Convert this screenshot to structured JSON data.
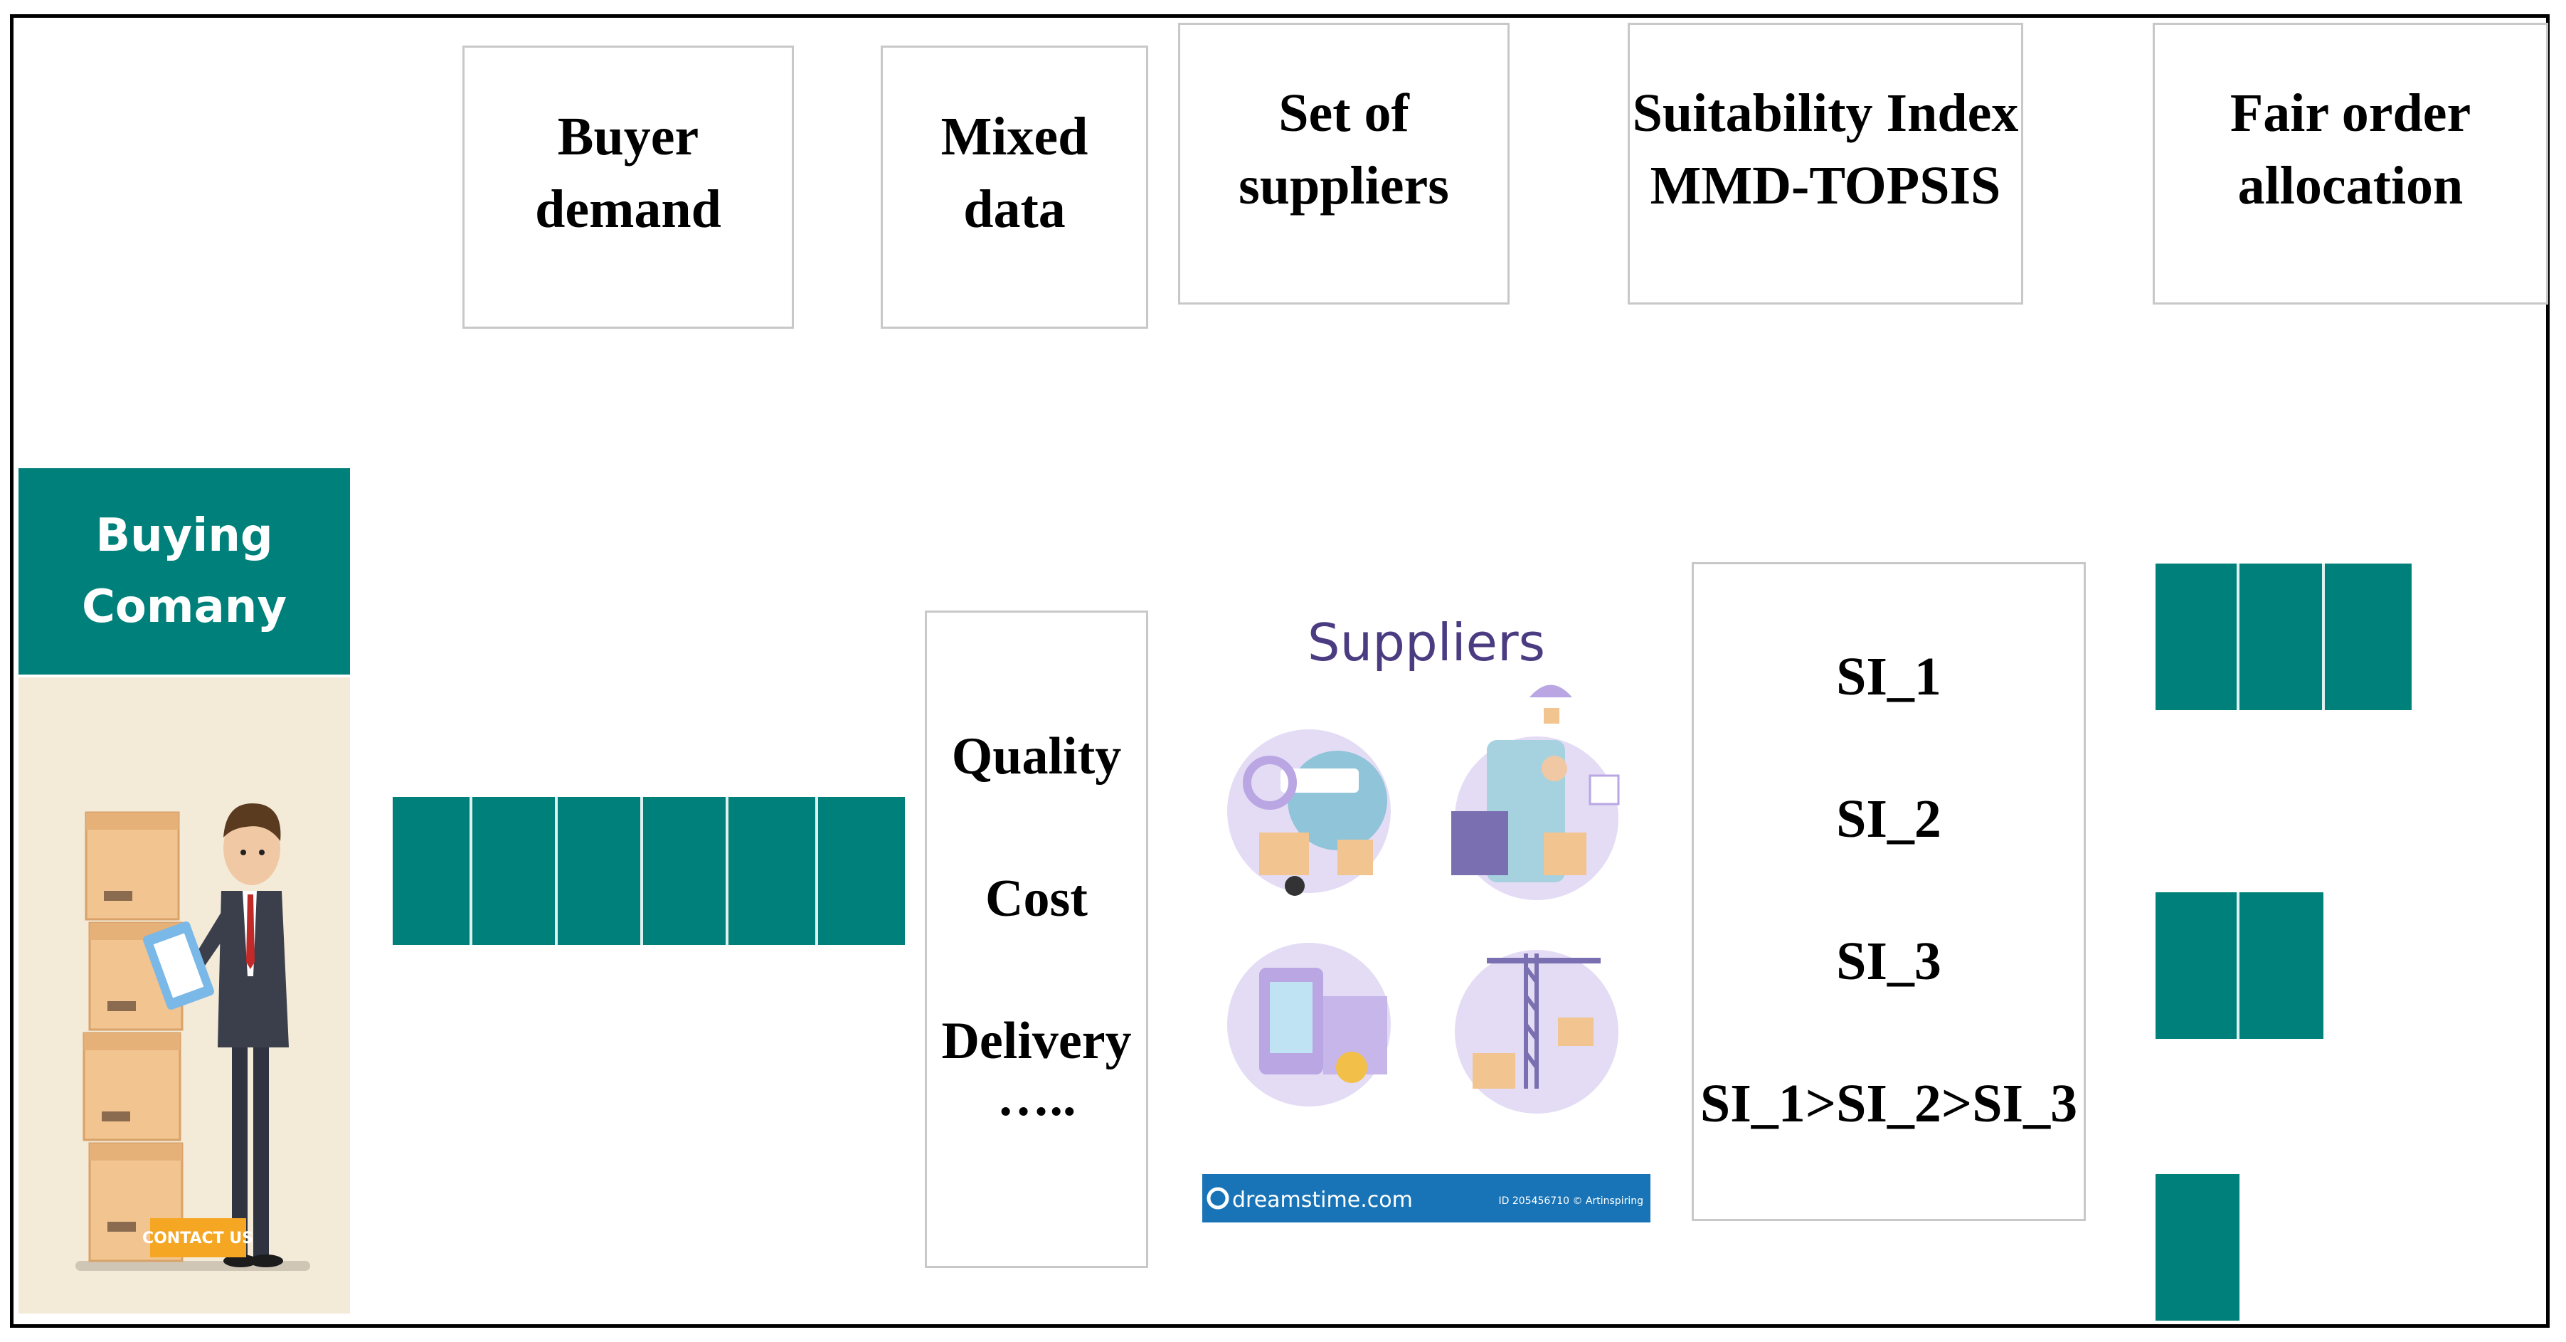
{
  "boxes": {
    "buyer_demand": "Buyer\ndemand",
    "mixed_data": "Mixed\ndata",
    "set_of_suppliers": "Set of\nsuppliers",
    "suitability_index": "Suitability Index\nMMD-TOPSIS",
    "fair_order": "Fair order\nallocation"
  },
  "buying_company": {
    "line1": "Buying",
    "line2": "Comany",
    "contact_button": "CONTACT US"
  },
  "criteria": {
    "quality": "Quality",
    "cost": "Cost",
    "delivery": "Delivery",
    "more": "….."
  },
  "suppliers_image": {
    "title": "Suppliers",
    "watermark": "dreamstime.com",
    "id_text": "ID 205456710 © Artinspiring"
  },
  "suitability": {
    "si1": "SI_1",
    "si2": "SI_2",
    "si3": "SI_3",
    "ranking": "SI_1>SI_2>SI_3"
  },
  "colors": {
    "teal": "#00807a",
    "border": "#c8c8c8",
    "frame": "#000000",
    "illustration_bg": "#f3ead8",
    "supplier_purple": "#b9a6e3",
    "dreamstime_blue": "#1874b6"
  }
}
